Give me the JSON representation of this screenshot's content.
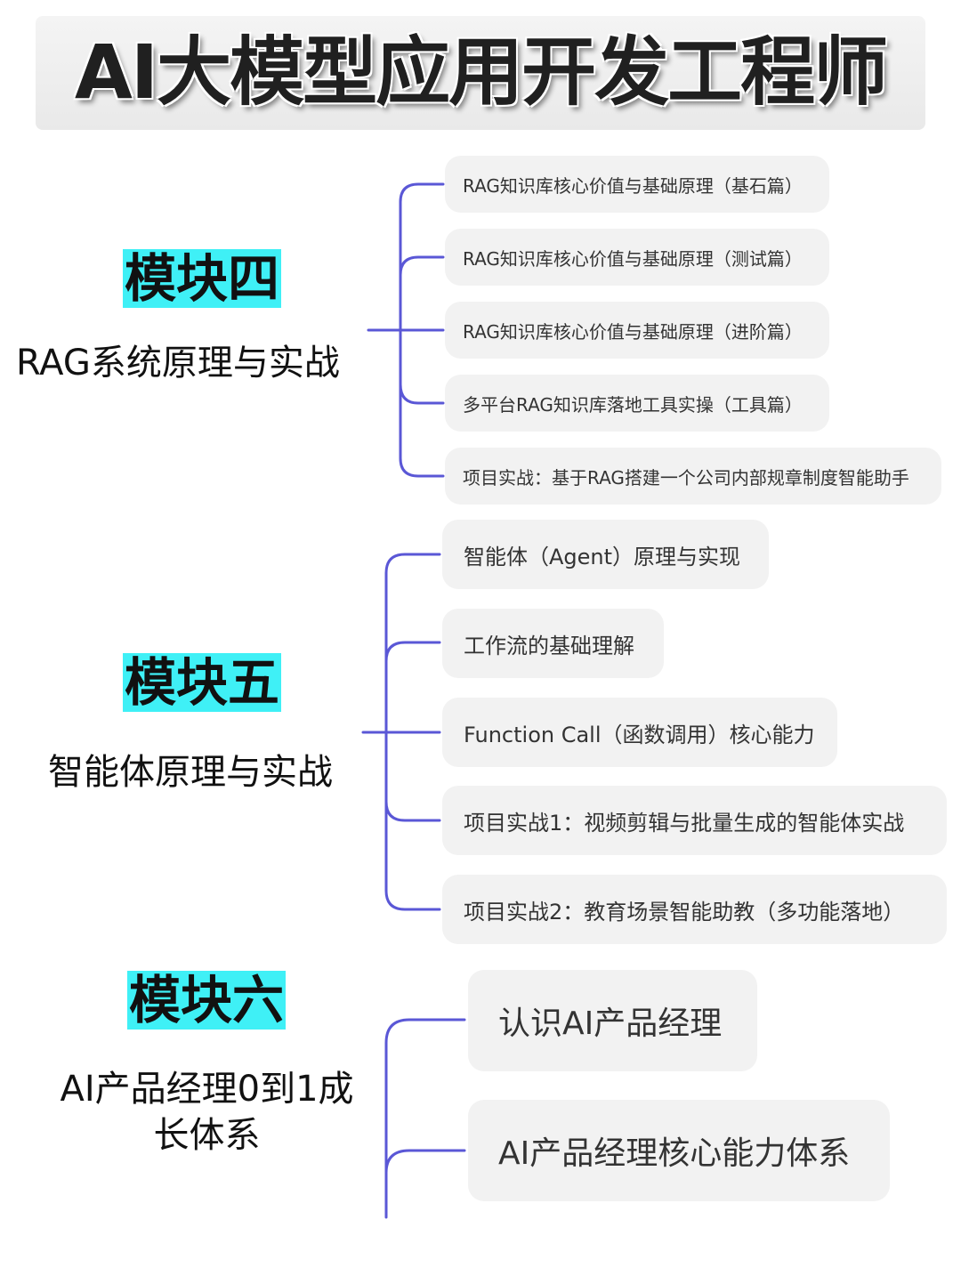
{
  "title": "AI大模型应用开发工程师",
  "modules": [
    {
      "title": "模块四",
      "subtitle": "RAG系统原理与实战",
      "items": [
        "RAG知识库核心价值与基础原理（基石篇）",
        "RAG知识库核心价值与基础原理（测试篇）",
        "RAG知识库核心价值与基础原理（进阶篇）",
        "多平台RAG知识库落地工具实操（工具篇）",
        "项目实战：基于RAG搭建一个公司内部规章制度智能助手"
      ]
    },
    {
      "title": "模块五",
      "subtitle": "智能体原理与实战",
      "items": [
        "智能体（Agent）原理与实现",
        "工作流的基础理解",
        "Function Call（函数调用）核心能力",
        "项目实战1：视频剪辑与批量生成的智能体实战",
        "项目实战2：教育场景智能助教（多功能落地）"
      ]
    },
    {
      "title": "模块六",
      "subtitle": "AI产品经理0到1成长体系",
      "items": [
        "认识AI产品经理",
        "AI产品经理核心能力体系"
      ]
    }
  ],
  "colors": {
    "connector": "#5a57d6",
    "highlight": "#3ff0f6",
    "node_bg": "#f2f2f2"
  }
}
